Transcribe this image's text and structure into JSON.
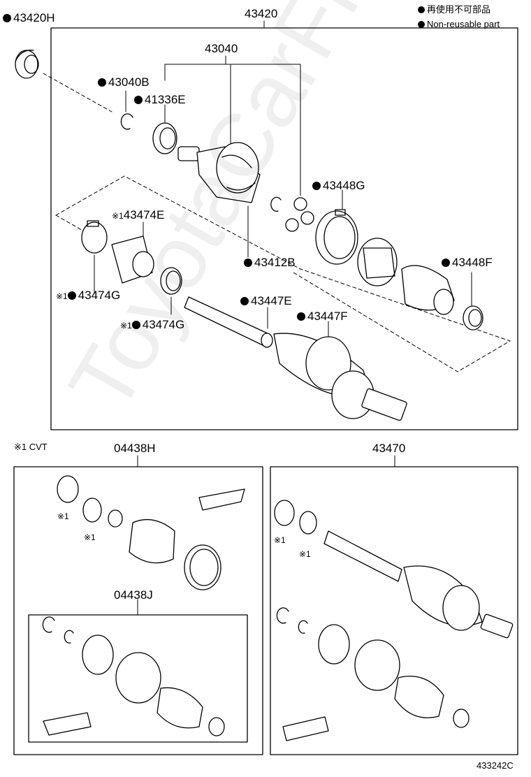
{
  "header": {
    "legend_jp": "再使用不可部品",
    "legend_en": "Non-reusable part"
  },
  "parts": {
    "p43420H": "43420H",
    "p43420": "43420",
    "p43040": "43040",
    "p43040B": "43040B",
    "p41336E": "41336E",
    "p43448G": "43448G",
    "p43474E": "43474E",
    "p43412B": "43412B",
    "p43448F": "43448F",
    "p43474G_a": "43474G",
    "p43447E": "43447E",
    "p43474G_b": "43474G",
    "p43447F": "43447F",
    "p04438H": "04438H",
    "p04438J": "04438J",
    "p43470": "43470"
  },
  "notes": {
    "cvt_note": "※1 CVT",
    "mark1": "※1",
    "mark_prefix": "※1"
  },
  "footer": {
    "diagram_id": "433242C"
  },
  "watermark": "ToyotaCarFine.ru"
}
